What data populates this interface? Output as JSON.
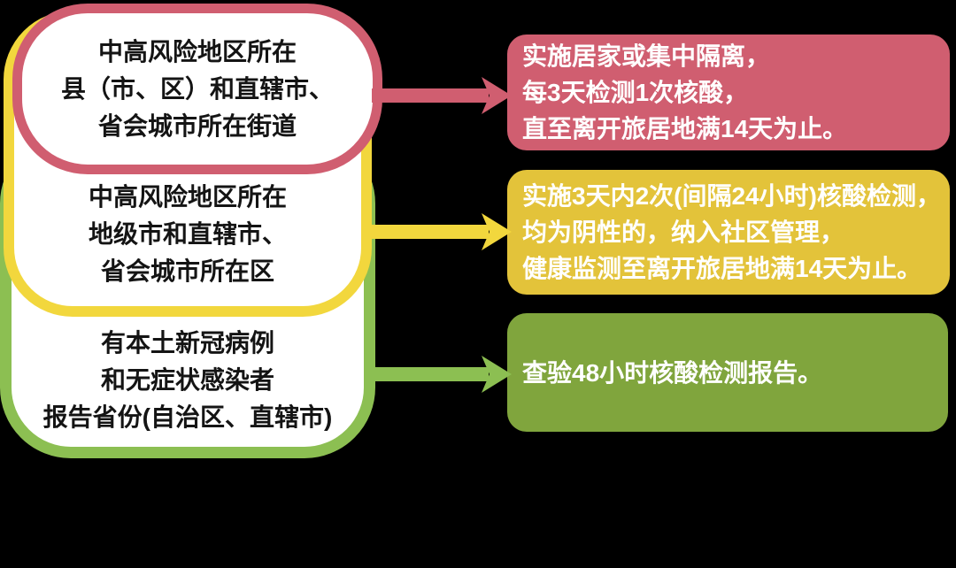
{
  "background_color": "#000000",
  "colors": {
    "pink": "#d05e70",
    "yellow_border": "#f2d73d",
    "yellow_fill": "#e3c33a",
    "green_border": "#8cbf52",
    "green_fill": "#80a53d",
    "source_text": "#141414",
    "result_text": "#ffffff"
  },
  "flow": {
    "rows": [
      {
        "level": "pink",
        "source_lines": [
          "中高风险地区所在",
          "县（市、区）和直辖市、",
          "省会城市所在街道"
        ],
        "result_lines": [
          "实施居家或集中隔离，",
          "每3天检测1次核酸，",
          "直至离开旅居地满14天为止。"
        ]
      },
      {
        "level": "yellow",
        "source_lines": [
          "中高风险地区所在",
          "地级市和直辖市、",
          "省会城市所在区"
        ],
        "result_lines": [
          "实施3天内2次(间隔24小时)核酸检测，",
          "均为阴性的，纳入社区管理，",
          "健康监测至离开旅居地满14天为止。"
        ]
      },
      {
        "level": "green",
        "source_lines": [
          "有本土新冠病例",
          "和无症状感染者",
          "报告省份(自治区、直辖市)"
        ],
        "result_lines": [
          "查验48小时核酸检测报告。"
        ]
      }
    ]
  }
}
